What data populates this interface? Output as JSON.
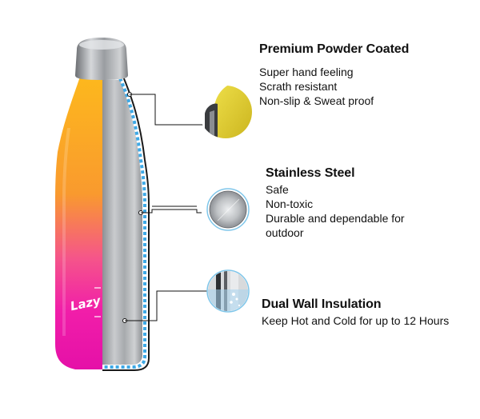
{
  "brand_logo_text": "Lazy",
  "features": [
    {
      "title": "Premium Powder Coated",
      "lines": [
        "Super hand feeling",
        "Scrath resistant",
        "Non-slip & Sweat proof"
      ],
      "detail_icon": "yellow-bottle-cap-closeup-icon"
    },
    {
      "title": "Stainless Steel",
      "lines": [
        "Safe",
        "Non-toxic",
        "Durable and dependable for",
        "outdoor"
      ],
      "detail_icon": "brushed-steel-disc-icon"
    },
    {
      "title": "Dual Wall Insulation",
      "lines": [
        "Keep Hot and Cold for up to 12 Hours"
      ],
      "detail_icon": "insulation-water-closeup-icon"
    }
  ],
  "colors": {
    "bottle_top": "#f9b024",
    "bottle_bottom": "#f21aa8",
    "steel": "#b5b7ba",
    "insulation_stripe": "#3ea9e6",
    "cap_yellow": "#e3cf2c"
  }
}
